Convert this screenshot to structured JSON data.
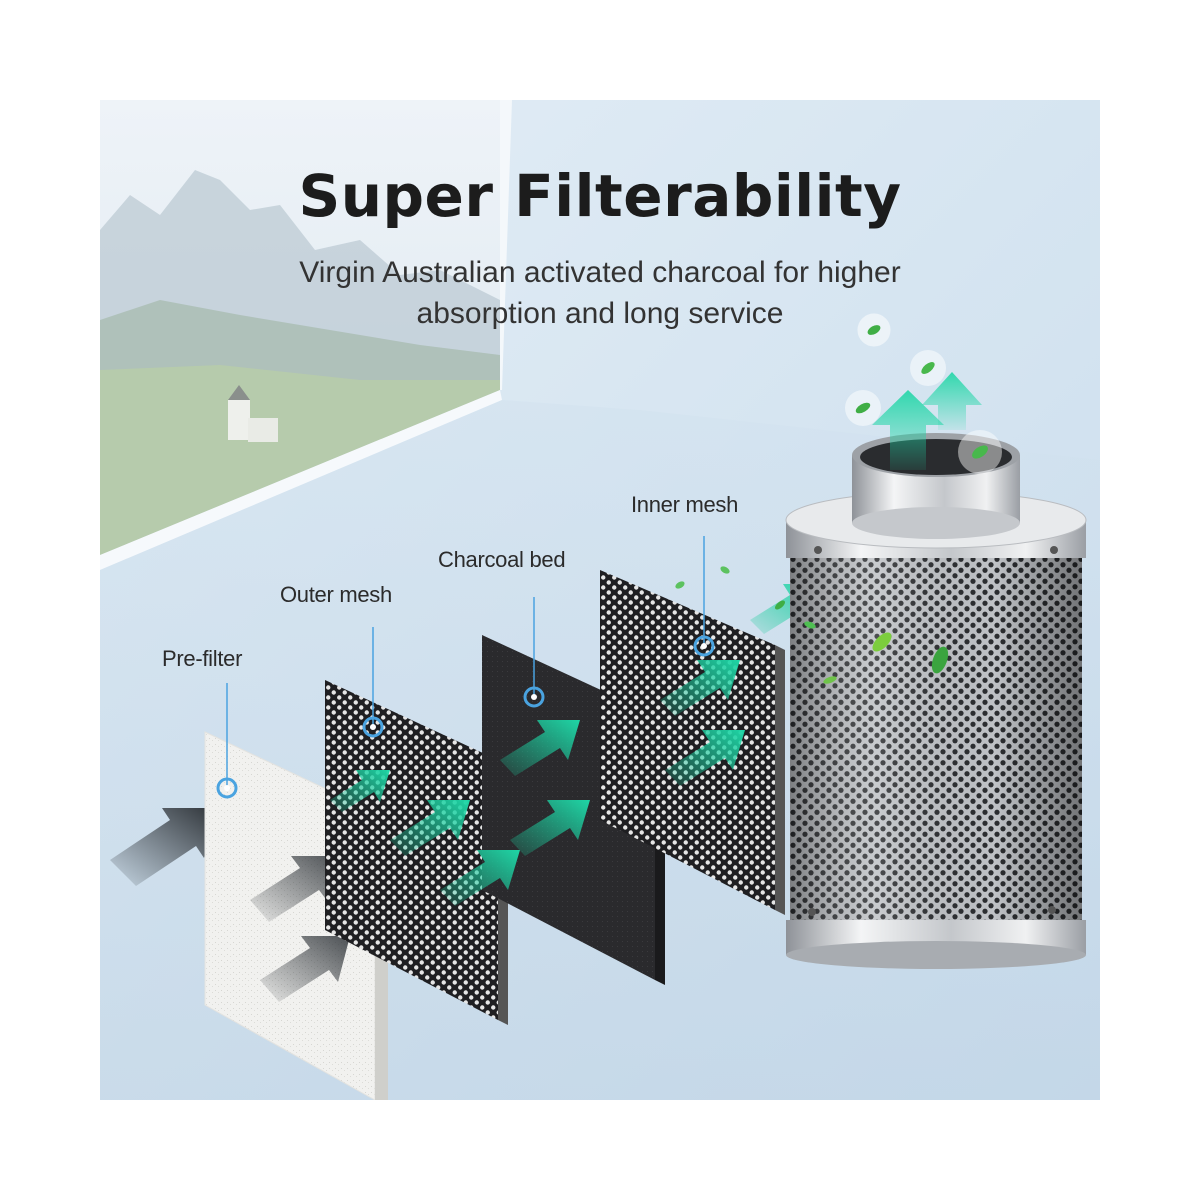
{
  "header": {
    "title": "Super Filterability",
    "subtitle_line1": "Virgin Australian activated charcoal for higher",
    "subtitle_line2": "absorption and long service"
  },
  "layers": [
    {
      "id": "pre-filter",
      "label": "Pre-filter"
    },
    {
      "id": "outer-mesh",
      "label": "Outer mesh"
    },
    {
      "id": "charcoal-bed",
      "label": "Charcoal bed"
    },
    {
      "id": "inner-mesh",
      "label": "Inner mesh"
    }
  ],
  "colors": {
    "title": "#1c1c1c",
    "subtitle": "#333333",
    "arrow_dark": "#2e3338",
    "arrow_green": "#1fd6a6",
    "callout": "#4aa3e0",
    "background": "#d8e7f3",
    "charcoal": "#2b2b2e",
    "steel": "#c9ccd0"
  }
}
